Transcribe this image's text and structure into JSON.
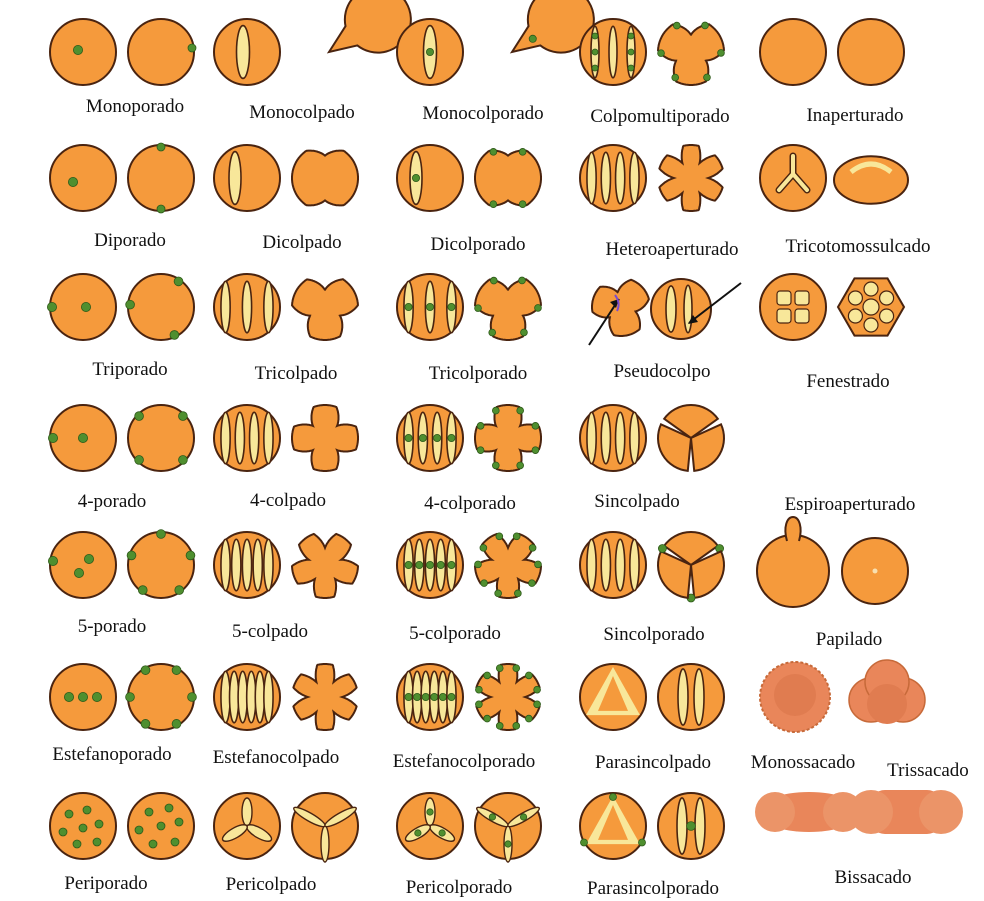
{
  "colors": {
    "grain": "#f59a3c",
    "grain_light": "#f7b25f",
    "outline": "#4a2410",
    "aperture": "#f8e79a",
    "pore": "#4f8f2f",
    "sac": "#e9865a",
    "arrow": "#111111",
    "purple": "#7a4bd0"
  },
  "rows": [
    [
      {
        "id": "monoporado",
        "label": "Monoporado",
        "kind": "monoporado"
      },
      {
        "id": "monocolpado",
        "label": "Monocolpado",
        "kind": "monocolpado"
      },
      {
        "id": "monocolporado",
        "label": "Monocolporado",
        "kind": "monocolporado"
      },
      {
        "id": "colpomultiporado",
        "label": "Colpomultiporado",
        "kind": "colpomultiporado"
      },
      {
        "id": "inaperturado",
        "label": "Inaperturado",
        "kind": "inaperturado"
      }
    ],
    [
      {
        "id": "diporado",
        "label": "Diporado",
        "kind": "diporado"
      },
      {
        "id": "dicolpado",
        "label": "Dicolpado",
        "kind": "dicolpado"
      },
      {
        "id": "dicolporado",
        "label": "Dicolporado",
        "kind": "dicolporado"
      },
      {
        "id": "heteroaperturado",
        "label": "Heteroaperturado",
        "kind": "heteroaperturado"
      },
      {
        "id": "tricotomossulcado",
        "label": "Tricotomossulcado",
        "kind": "tricotomossulcado"
      }
    ],
    [
      {
        "id": "triporado",
        "label": "Triporado",
        "kind": "triporado"
      },
      {
        "id": "tricolpado",
        "label": "Tricolpado",
        "kind": "tricolpado"
      },
      {
        "id": "tricolporado",
        "label": "Tricolporado",
        "kind": "tricolporado"
      },
      {
        "id": "pseudocolpo",
        "label": "Pseudocolpo",
        "kind": "pseudocolpo"
      },
      {
        "id": "fenestrado",
        "label": "Fenestrado",
        "kind": "fenestrado"
      }
    ],
    [
      {
        "id": "4-porado",
        "label": "4-porado",
        "kind": "4porado"
      },
      {
        "id": "4-colpado",
        "label": "4-colpado",
        "kind": "4colpado"
      },
      {
        "id": "4-colporado",
        "label": "4-colporado",
        "kind": "4colporado"
      },
      {
        "id": "sincolpado",
        "label": "Sincolpado",
        "kind": "sincolpado"
      },
      {
        "id": "espiroaperturado",
        "label": "Espiroaperturado",
        "kind": "espiroaperturado"
      }
    ],
    [
      {
        "id": "5-porado",
        "label": "5-porado",
        "kind": "5porado"
      },
      {
        "id": "5-colpado",
        "label": "5-colpado",
        "kind": "5colpado"
      },
      {
        "id": "5-colporado",
        "label": "5-colporado",
        "kind": "5colporado"
      },
      {
        "id": "sincolporado",
        "label": "Sincolporado",
        "kind": "sincolporado"
      },
      {
        "id": "papilado",
        "label": "Papilado",
        "kind": "papilado"
      }
    ],
    [
      {
        "id": "estefanoporado",
        "label": "Estefanoporado",
        "kind": "estefanoporado"
      },
      {
        "id": "estefanocolpado",
        "label": "Estefanocolpado",
        "kind": "estefanocolpado"
      },
      {
        "id": "estefanocolporado",
        "label": "Estefanocolporado",
        "kind": "estefanocolporado"
      },
      {
        "id": "parasincolpado",
        "label": "Parasincolpado",
        "kind": "parasincolpado"
      },
      {
        "id": "monossacado",
        "label": "Monossacado",
        "kind": "monossacado"
      },
      {
        "id": "trissacado",
        "label": "Trissacado",
        "kind": "trissacado"
      }
    ],
    [
      {
        "id": "periporado",
        "label": "Periporado",
        "kind": "periporado"
      },
      {
        "id": "pericolpado",
        "label": "Pericolpado",
        "kind": "pericolpado"
      },
      {
        "id": "pericolporado",
        "label": "Pericolporado",
        "kind": "pericolporado"
      },
      {
        "id": "parasincolporado",
        "label": "Parasincolporado",
        "kind": "parasincolporado"
      },
      {
        "id": "bissacado",
        "label": "Bissacado",
        "kind": "bissacado"
      }
    ]
  ]
}
